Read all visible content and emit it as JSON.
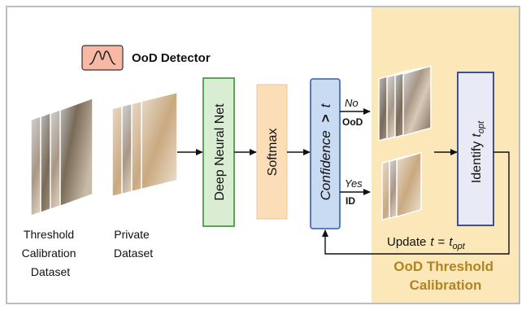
{
  "legend": {
    "icon": "bell-curve-icon",
    "label": "OoD Detector"
  },
  "datasets": {
    "threshold": [
      "Threshold",
      "Calibration",
      "Dataset"
    ],
    "private": [
      "Private",
      "Dataset"
    ]
  },
  "blocks": {
    "dnn": "Deep Neural Net",
    "softmax": "Softmax",
    "confidence": "Confidence",
    "confidence_op": ">",
    "confidence_var": "t",
    "identify": "Identify",
    "identify_var": "t",
    "identify_sub": "opt"
  },
  "branches": {
    "no": "No",
    "no_tag": "OoD",
    "yes": "Yes",
    "yes_tag": "ID"
  },
  "update": {
    "prefix": "Update",
    "var": "t",
    "eq": "=",
    "rhs": "t",
    "sub": "opt"
  },
  "panel": {
    "title_line1": "OoD Threshold",
    "title_line2": "Calibration"
  },
  "colors": {
    "panel_bg": "#FBE7B8",
    "panel_title": "#B08424",
    "dnn_fill": "#D9EDD3",
    "dnn_stroke": "#4F9A4A",
    "softmax_fill": "#FBDDB7",
    "confidence_fill": "#C9DAF3",
    "confidence_stroke": "#4A6FB5",
    "identify_fill": "#E8EAF6",
    "identify_stroke": "#2A3F8F",
    "legend_fill": "#F7B9A3"
  }
}
